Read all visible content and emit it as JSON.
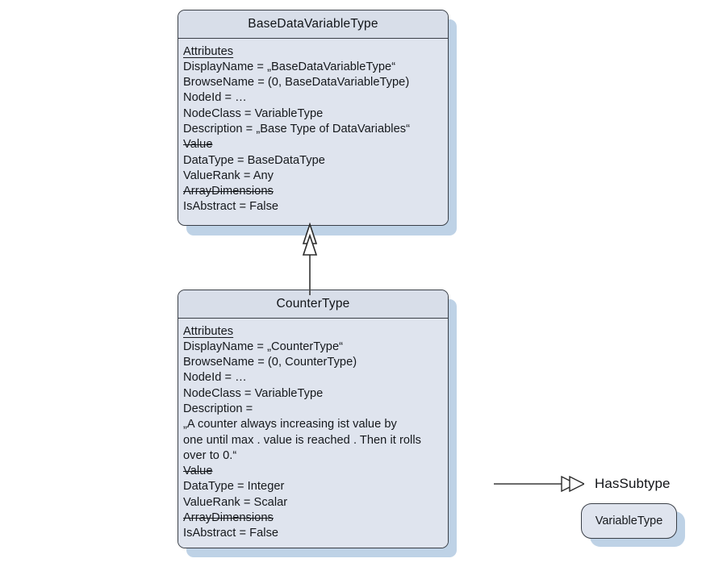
{
  "diagram": {
    "title": "OPC UA VariableType inheritance diagram",
    "colors": {
      "box_fill": "#dfe4ee",
      "header_fill": "#d8dee9",
      "border": "#3a3f47",
      "shadow": "#bed2e6",
      "text": "#15181c",
      "background": "#ffffff"
    },
    "classes": [
      {
        "id": "base-data-variable-type",
        "name": "BaseDataVariableType",
        "section_title": "Attributes",
        "attributes": [
          {
            "text": "DisplayName = „BaseDataVariableType“",
            "style": "normal"
          },
          {
            "text": "BrowseName = (0, BaseDataVariableType)",
            "style": "normal"
          },
          {
            "text": "NodeId = …",
            "style": "normal"
          },
          {
            "text": "NodeClass = VariableType",
            "style": "normal"
          },
          {
            "text": "Description = „Base Type of DataVariables“",
            "style": "normal"
          },
          {
            "text": "Value",
            "style": "strike"
          },
          {
            "text": "DataType = BaseDataType",
            "style": "normal"
          },
          {
            "text": "ValueRank = Any",
            "style": "normal"
          },
          {
            "text": "ArrayDimensions",
            "style": "strike"
          },
          {
            "text": "IsAbstract = False",
            "style": "normal"
          }
        ]
      },
      {
        "id": "counter-type",
        "name": "CounterType",
        "section_title": "Attributes",
        "attributes": [
          {
            "text": "DisplayName = „CounterType“",
            "style": "normal"
          },
          {
            "text": "BrowseName = (0, CounterType)",
            "style": "normal"
          },
          {
            "text": "NodeId = …",
            "style": "normal"
          },
          {
            "text": "NodeClass = VariableType",
            "style": "normal"
          },
          {
            "text": "Description =",
            "style": "normal"
          },
          {
            "text": "„A counter always increasing ist value by",
            "style": "normal"
          },
          {
            "text": "one until max . value is reached . Then it rolls",
            "style": "normal"
          },
          {
            "text": "over to 0.“",
            "style": "normal"
          },
          {
            "text": "Value",
            "style": "strike"
          },
          {
            "text": "DataType = Integer",
            "style": "normal"
          },
          {
            "text": "ValueRank = Scalar",
            "style": "normal"
          },
          {
            "text": "ArrayDimensions",
            "style": "strike"
          },
          {
            "text": "IsAbstract = False",
            "style": "normal"
          }
        ]
      }
    ],
    "relations": [
      {
        "id": "has-subtype-edge",
        "type": "HasSubtype",
        "from": "counter-type",
        "to": "base-data-variable-type",
        "arrow": "double-hollow-triangle"
      }
    ],
    "legend": {
      "relation_label": "HasSubtype",
      "node_label": "VariableType"
    }
  }
}
